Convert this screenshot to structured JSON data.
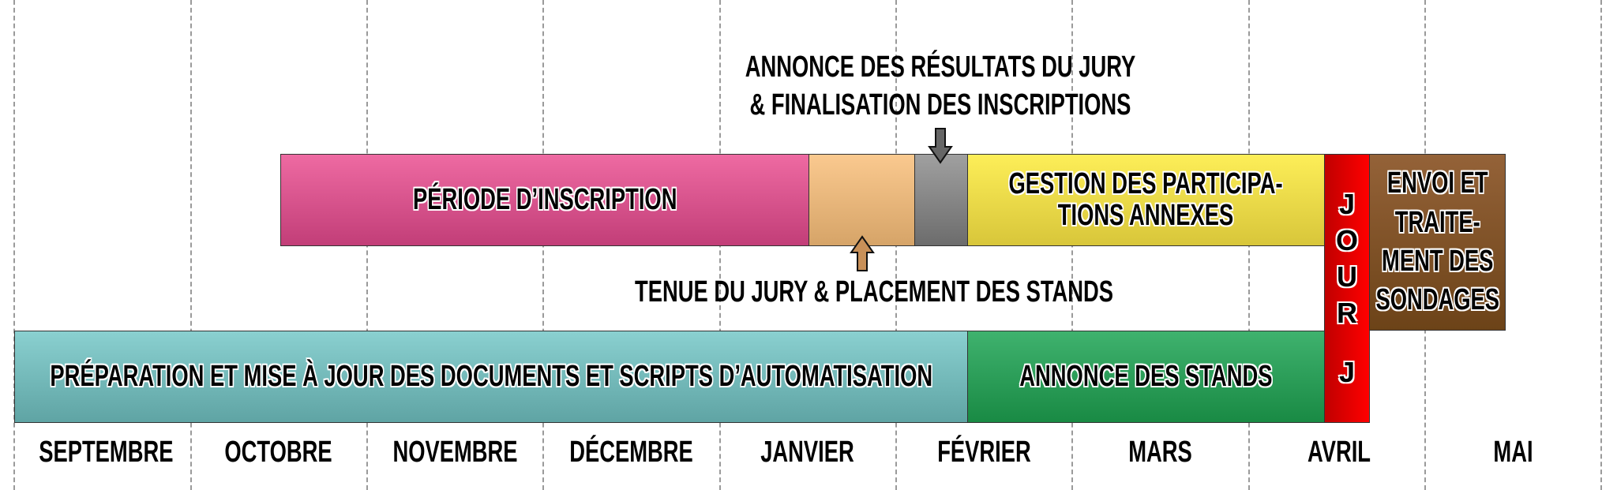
{
  "months": [
    "SEPTEMBRE",
    "OCTOBRE",
    "NOVEMBRE",
    "DÉCEMBRE",
    "JANVIER",
    "FÉVRIER",
    "MARS",
    "AVRIL",
    "MAI"
  ],
  "annotations": {
    "results_line1": "ANNONCE DES RÉSULTATS DU JURY",
    "results_line2": "& FINALISATION DES INSCRIPTIONS",
    "jury": "TENUE DU JURY & PLACEMENT DES STANDS"
  },
  "phases": {
    "inscription": {
      "label": "PÉRIODE D’INSCRIPTION",
      "color": "#e0609a"
    },
    "jury": {
      "color": "#e8b07a"
    },
    "results": {
      "color": "#8a8a8a"
    },
    "gestion": {
      "line1": "GESTION DES PARTICIPA-",
      "line2": "TIONS ANNEXES",
      "color": "#f0e050"
    },
    "jour": {
      "letters": [
        "J",
        "O",
        "U",
        "R"
      ],
      "last": "J",
      "color": "#e00000"
    },
    "sondages": {
      "line1": "ENVOI ET",
      "line2": "TRAITE-",
      "line3": "MENT DES",
      "line4": "SONDAGES",
      "color": "#87572a"
    },
    "preparation": {
      "label": "PRÉPARATION ET MISE À JOUR DES DOCUMENTS ET SCRIPTS D’AUTOMATISATION",
      "color": "#7cc4c4"
    },
    "stands": {
      "label": "ANNONCE DES STANDS",
      "color": "#2a9f58"
    }
  }
}
